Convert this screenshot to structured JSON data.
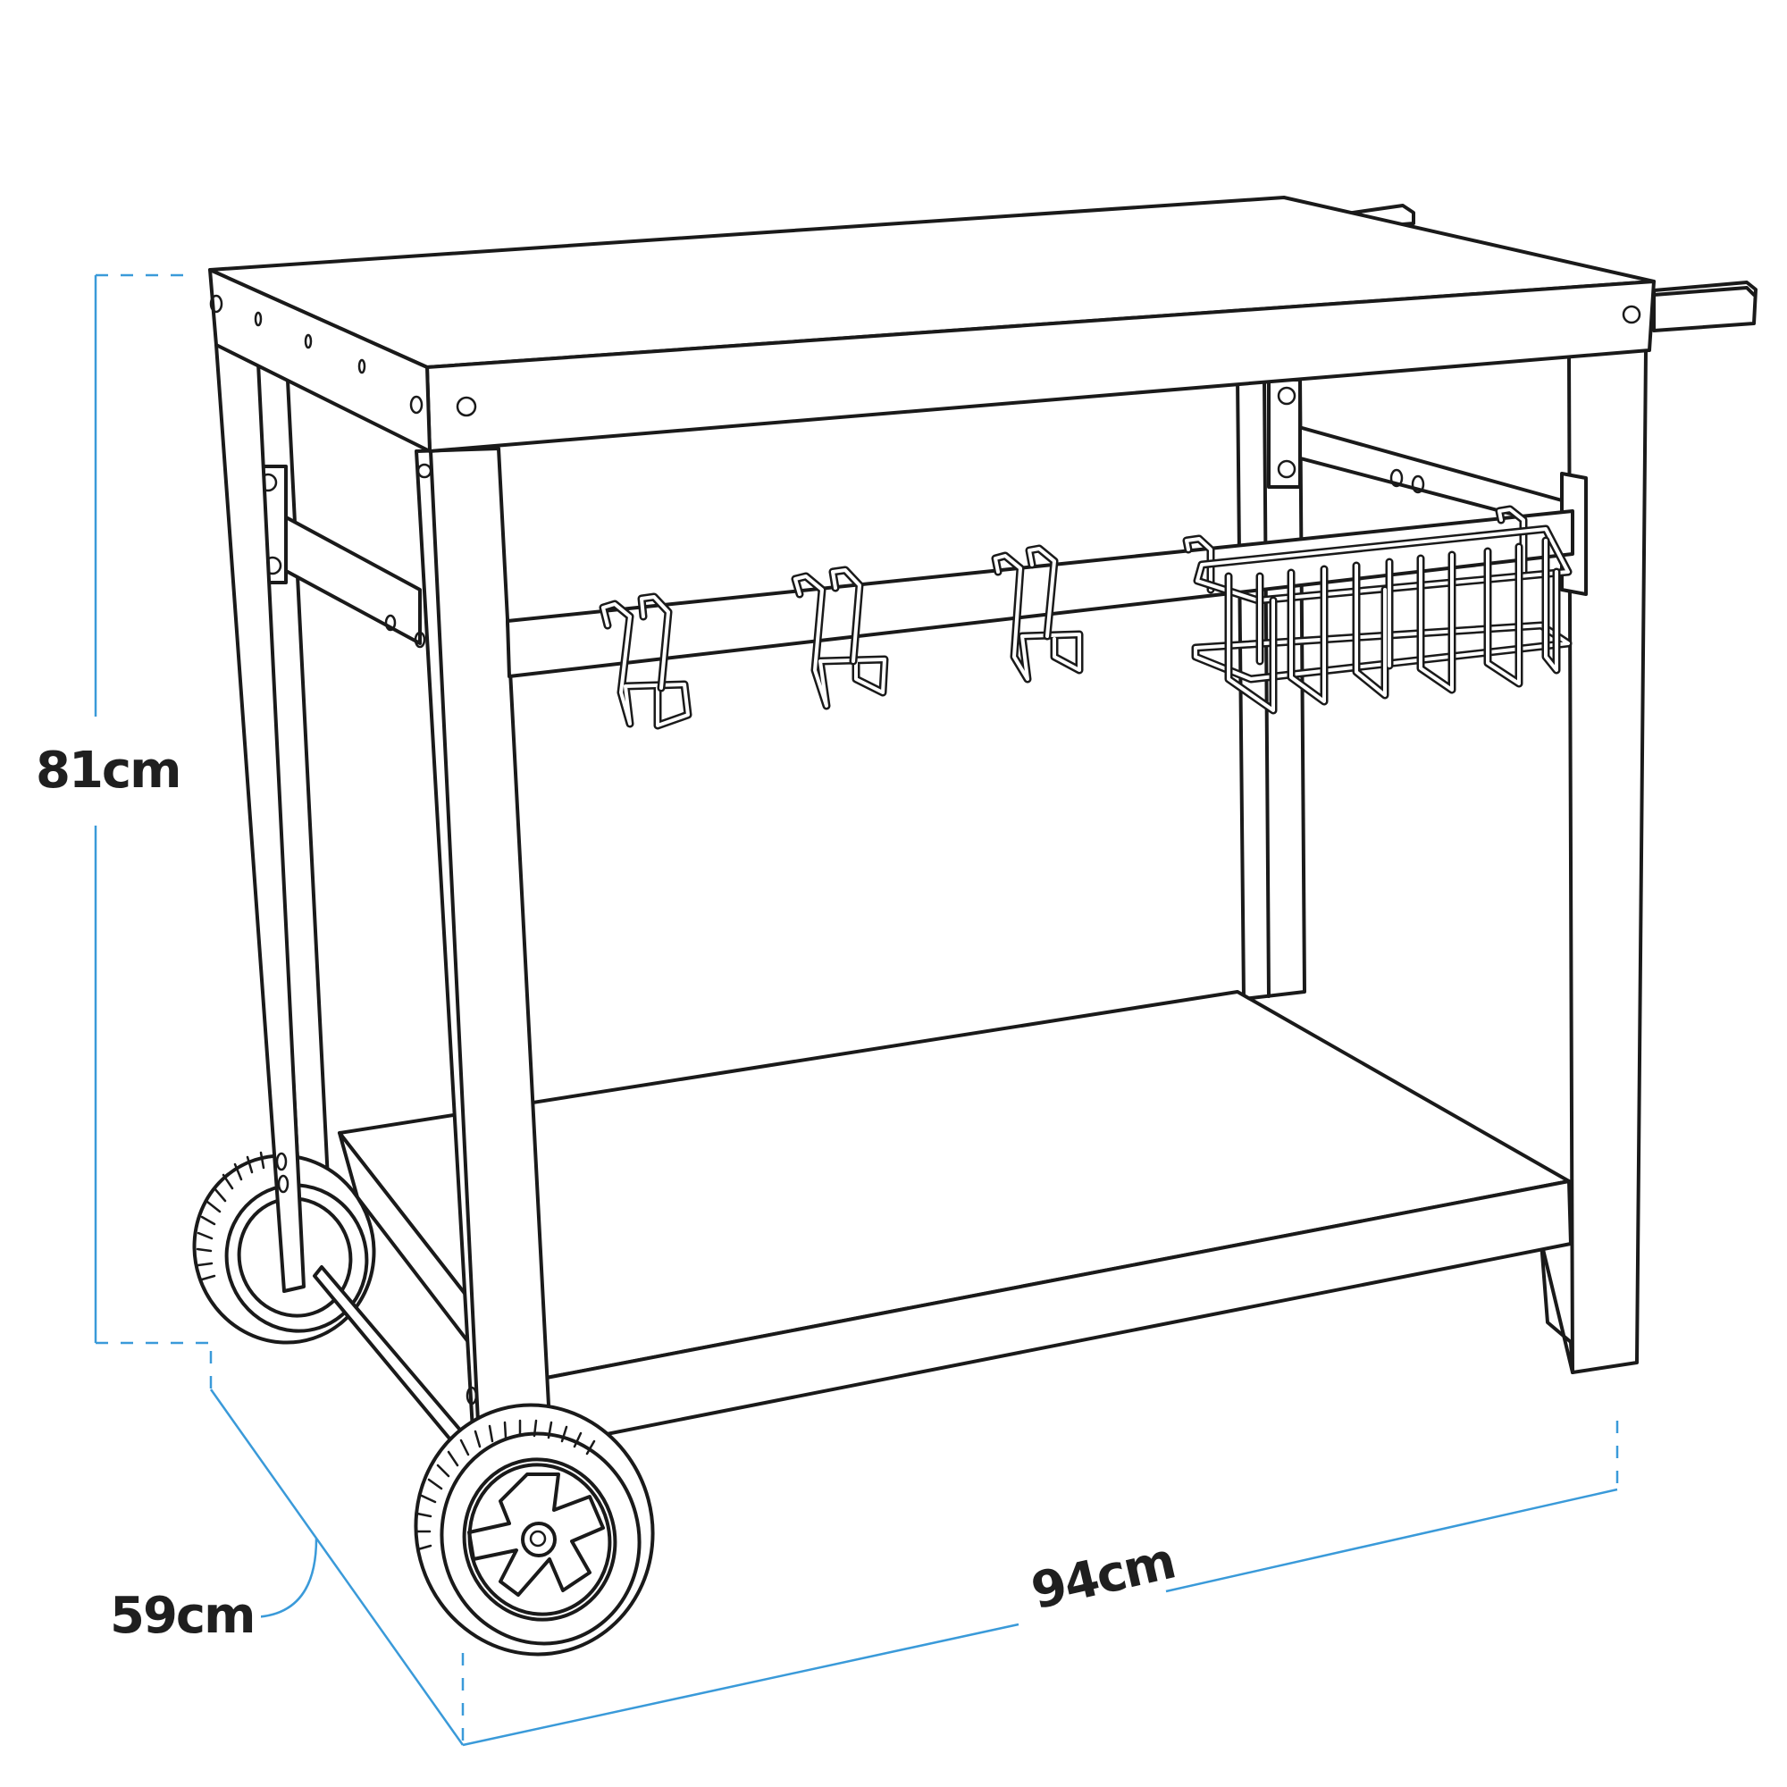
{
  "diagram": {
    "subject": "Mobile trolley cart with hooks, basket and two wheels",
    "accent_color": "#3a9ad9",
    "line_color": "#1a1a1a",
    "background": "#ffffff"
  },
  "dimensions": {
    "height": {
      "label": "81cm",
      "value_cm": 81,
      "axis": "vertical"
    },
    "depth": {
      "label": "59cm",
      "value_cm": 59,
      "axis": "depth"
    },
    "width": {
      "label": "94cm",
      "value_cm": 94,
      "axis": "horizontal"
    }
  },
  "components": {
    "hooks_count": 3,
    "basket_count": 1,
    "wheels_count": 2,
    "shelves": [
      "top shelf",
      "bottom shelf"
    ],
    "handle": "side handle"
  }
}
